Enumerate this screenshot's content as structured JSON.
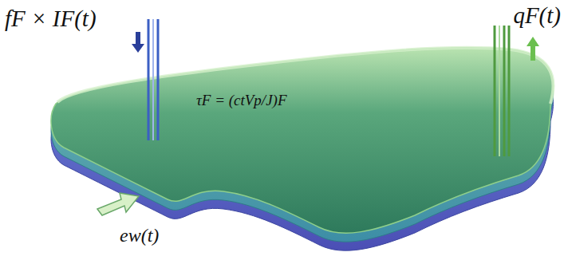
{
  "diagram": {
    "labels": [
      "fF × IF(t)",
      "qF(t)",
      "τF = (ctVp/J)F",
      "ew(t)"
    ]
  }
}
